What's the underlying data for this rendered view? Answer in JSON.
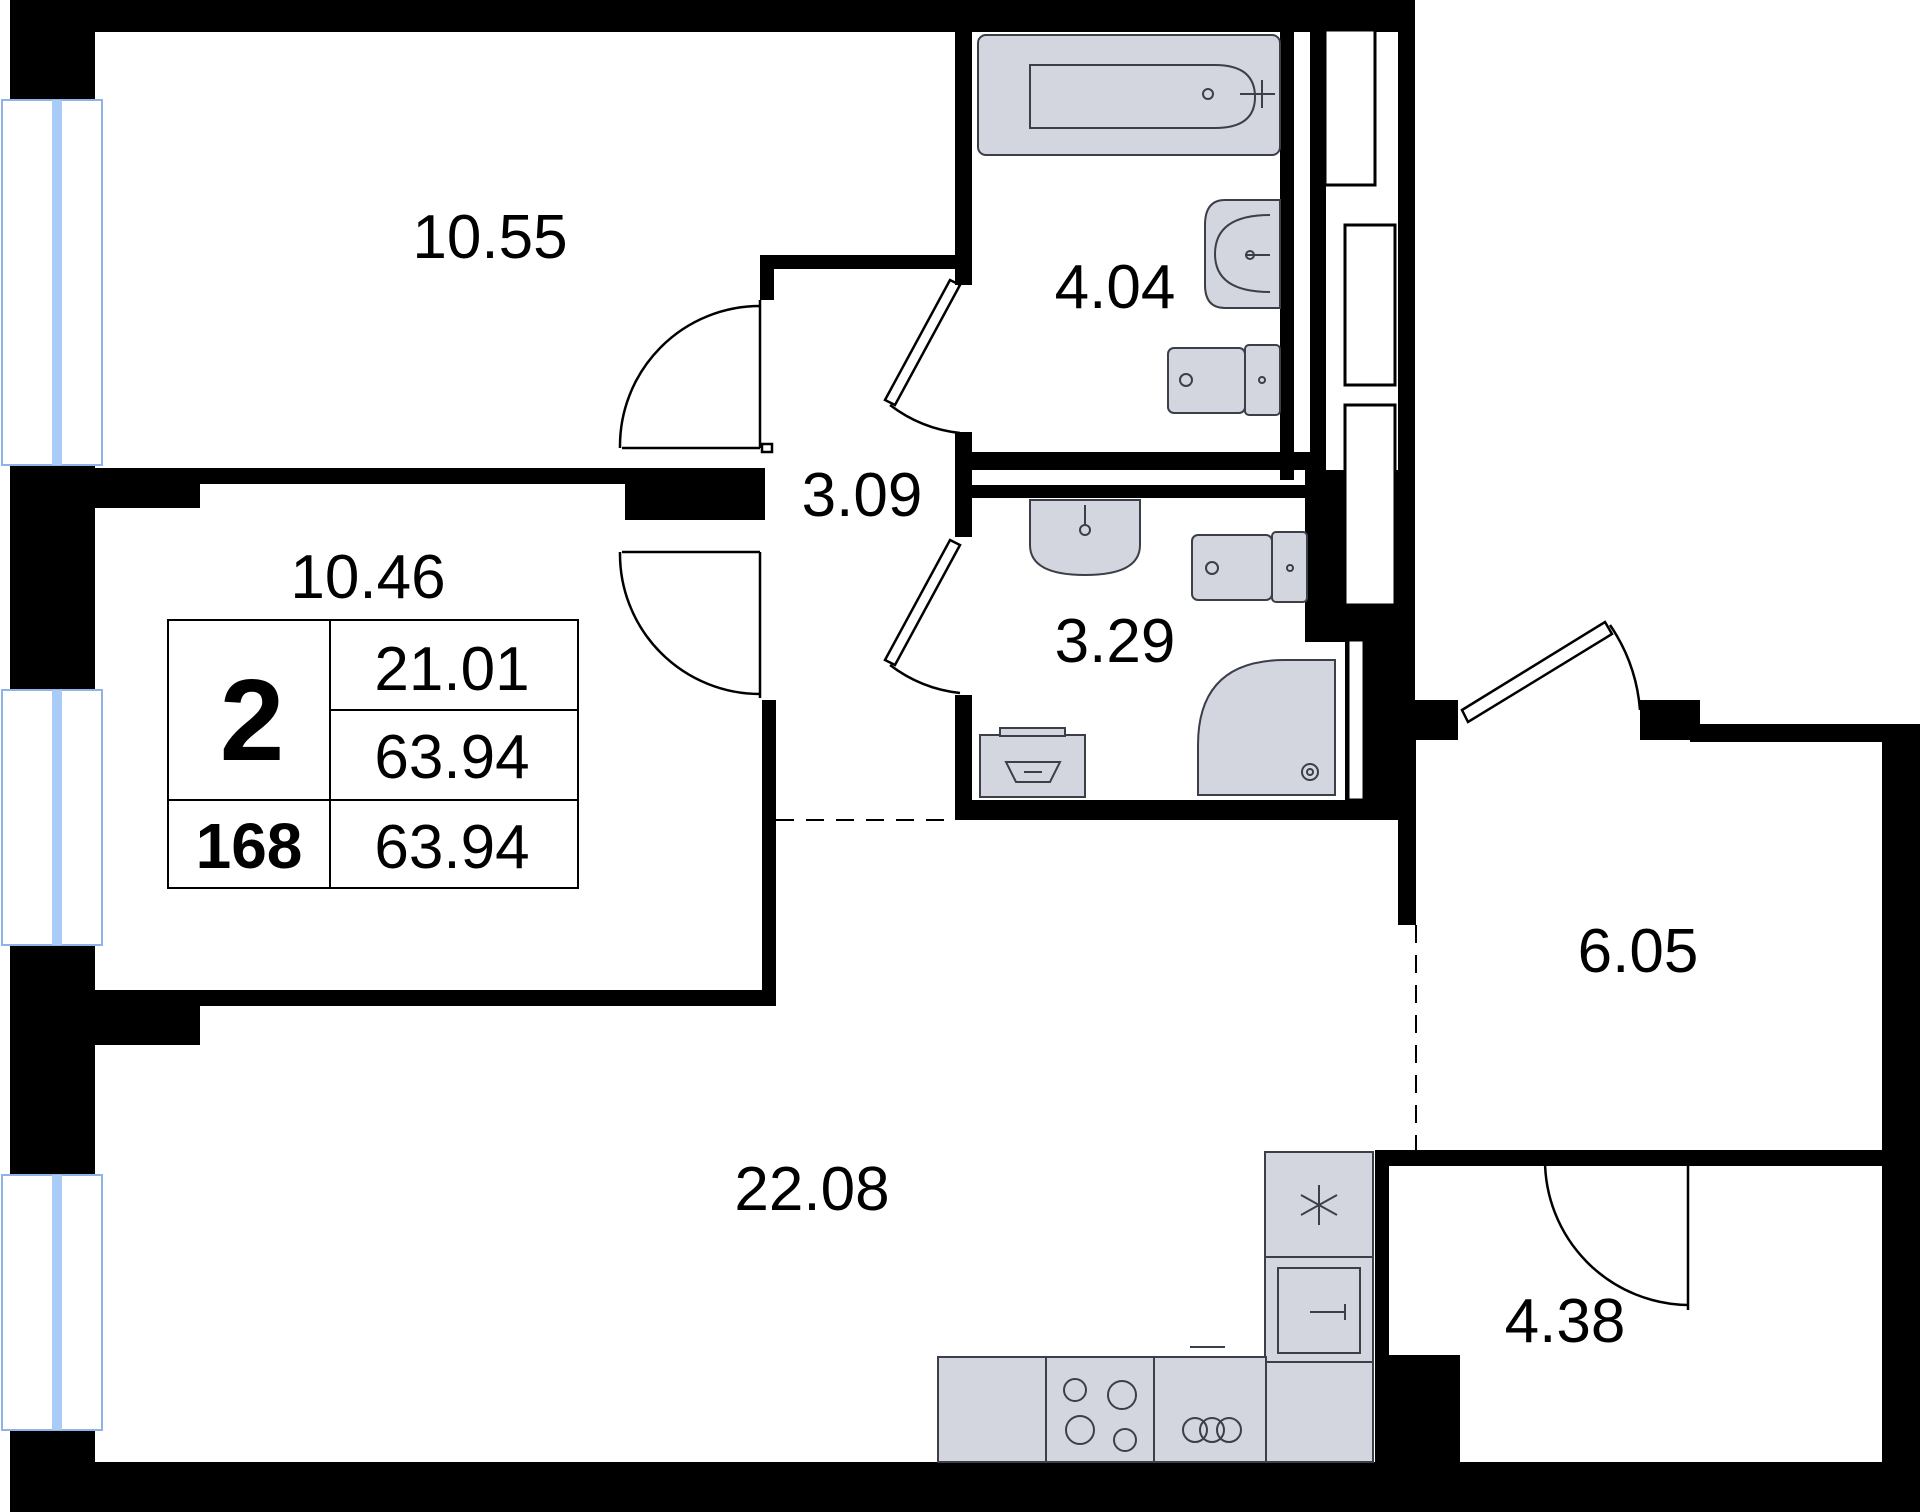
{
  "rooms": {
    "bedroom_top": {
      "area": "10.55"
    },
    "bedroom_middle": {
      "area": "10.46"
    },
    "bathroom": {
      "area": "4.04"
    },
    "hallway": {
      "area": "3.09"
    },
    "washroom": {
      "area": "3.29"
    },
    "living_kitchen": {
      "area": "22.08"
    },
    "entrance_hall": {
      "area": "6.05"
    },
    "storage": {
      "area": "4.38"
    }
  },
  "info_box": {
    "room_count": "2",
    "living_area": "21.01",
    "total_area": "63.94",
    "apartment_number": "168",
    "total_area_2": "63.94"
  },
  "icons": [
    "bathtub-icon",
    "sink-icon",
    "toilet-icon",
    "shower-icon",
    "washing-machine-icon",
    "fridge-icon",
    "oven-icon",
    "stove-icon",
    "dishwasher-icon",
    "kitchen-sink-icon",
    "window-icon",
    "door-icon"
  ],
  "colors": {
    "wall": "#000000",
    "fixture": "#d3d6de",
    "window_glass": "#a9cbf7"
  }
}
